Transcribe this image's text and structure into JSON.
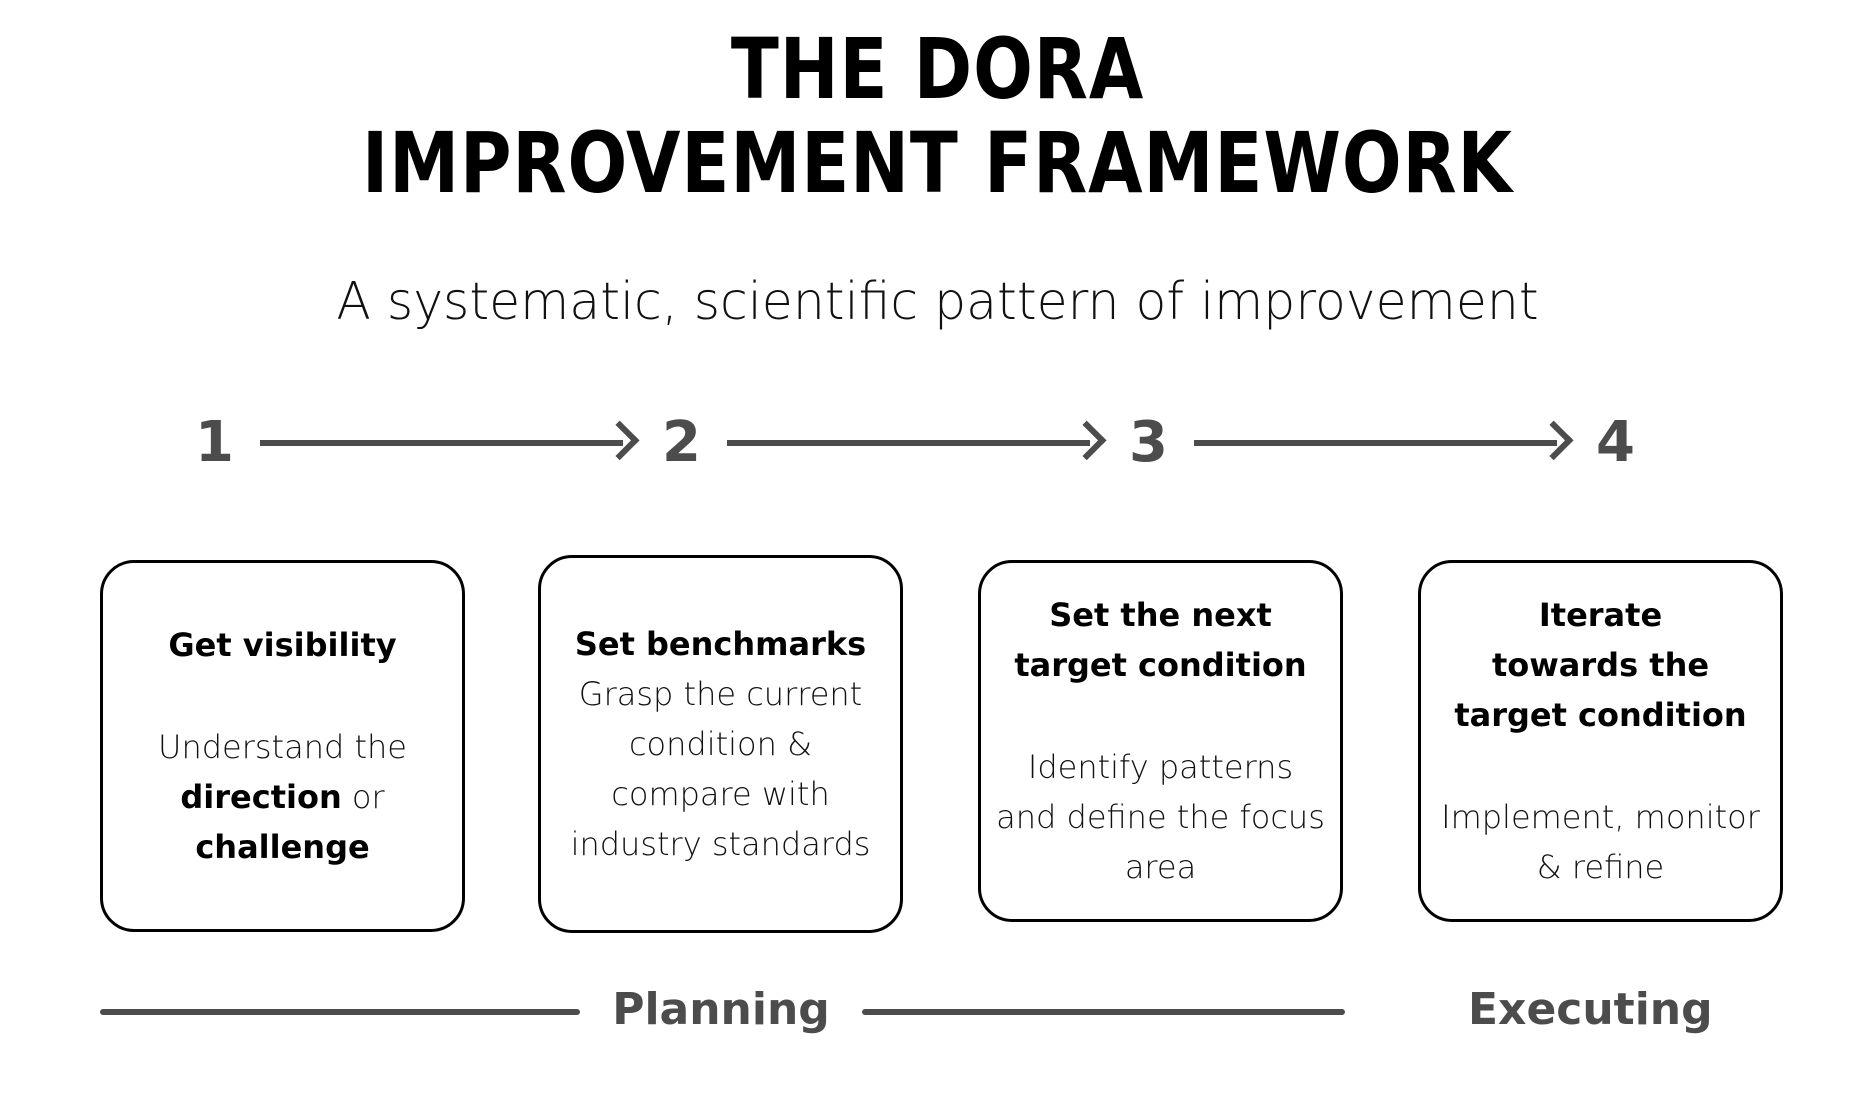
{
  "header": {
    "title_line_1": "THE DORA",
    "title_line_2": "IMPROVEMENT FRAMEWORK",
    "subtitle": "A systematic, scientific pattern of improvement"
  },
  "steps": [
    {
      "number": "1"
    },
    {
      "number": "2"
    },
    {
      "number": "3"
    },
    {
      "number": "4"
    }
  ],
  "cards": [
    {
      "step": "1",
      "title": "Get visibility",
      "body_prefix": "Understand the ",
      "body_bold_1": "direction",
      "body_middle": " or ",
      "body_bold_2": "challenge",
      "body_plain": "Understand the direction or challenge"
    },
    {
      "step": "2",
      "title": "Set benchmarks",
      "body_plain": "Grasp the current condition & compare with industry standards"
    },
    {
      "step": "3",
      "title_line_1": "Set the next",
      "title_line_2": "target condition",
      "title": "Set the next target condition",
      "body_plain": "Identify patterns and define the focus area"
    },
    {
      "step": "4",
      "title_line_1": "Iterate",
      "title_line_2": "towards the",
      "title_line_3": "target condition",
      "title": "Iterate towards the target condition",
      "body_plain": "Implement, monitor & refine"
    }
  ],
  "phases": {
    "planning_label": "Planning",
    "executing_label": "Executing"
  },
  "colors": {
    "text": "#000000",
    "muted": "#4c4c4c",
    "background": "#ffffff",
    "card_border": "#000000"
  }
}
